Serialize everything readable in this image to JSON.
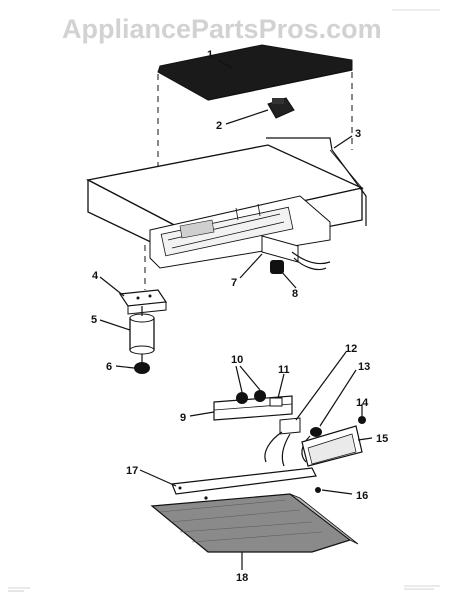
{
  "watermark": "AppliancePartsPros.com",
  "callouts": [
    "1",
    "2",
    "3",
    "4",
    "5",
    "6",
    "7",
    "8",
    "9",
    "10",
    "11",
    "12",
    "13",
    "14",
    "15",
    "16",
    "17",
    "18"
  ],
  "colors": {
    "ink": "#111111",
    "watermark": "#d2d2d2",
    "background": "#ffffff"
  }
}
